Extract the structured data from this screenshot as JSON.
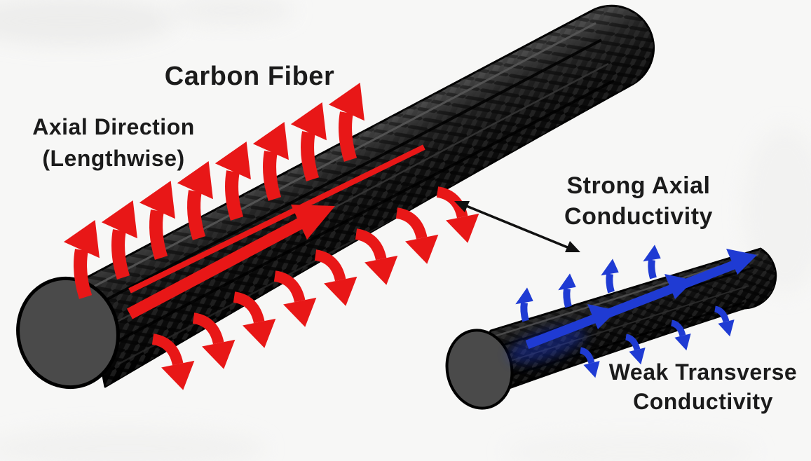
{
  "diagram": {
    "title": "Carbon Fiber",
    "labels": {
      "axial_line1": "Axial Direction",
      "axial_line2": "(Lengthwise)",
      "strong_line1": "Strong Axial",
      "strong_line2": "Conductivity",
      "weak_line1": "Weak Transverse",
      "weak_line2": "Conductivity"
    },
    "colors": {
      "axial_arrow_red": "#e81717",
      "transverse_arrow_blue": "#1f3bd3",
      "annotation_black": "#111111",
      "text": "#1b1b1b",
      "fiber_body": "#141414",
      "fiber_end_cap": "#4a4a4a",
      "background": "#f7f7f6"
    }
  }
}
